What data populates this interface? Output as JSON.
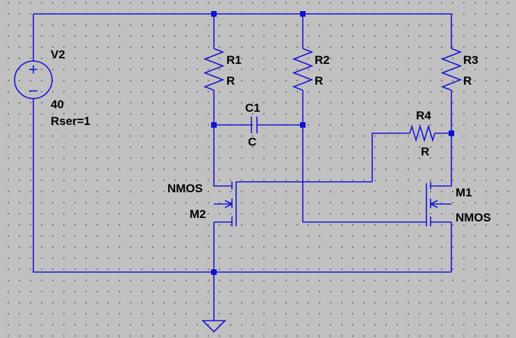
{
  "colors": {
    "wire": "#1010d8",
    "background": "#c0c0c0",
    "text": "#000000"
  },
  "components": {
    "v2": {
      "name": "V2",
      "value": "40",
      "param": "Rser=1"
    },
    "r1": {
      "name": "R1",
      "value": "R"
    },
    "r2": {
      "name": "R2",
      "value": "R"
    },
    "r3": {
      "name": "R3",
      "value": "R"
    },
    "r4": {
      "name": "R4",
      "value": "R"
    },
    "c1": {
      "name": "C1",
      "value": "C"
    },
    "m1": {
      "name": "M1",
      "model": "NMOS"
    },
    "m2": {
      "name": "M2",
      "model": "NMOS"
    }
  }
}
